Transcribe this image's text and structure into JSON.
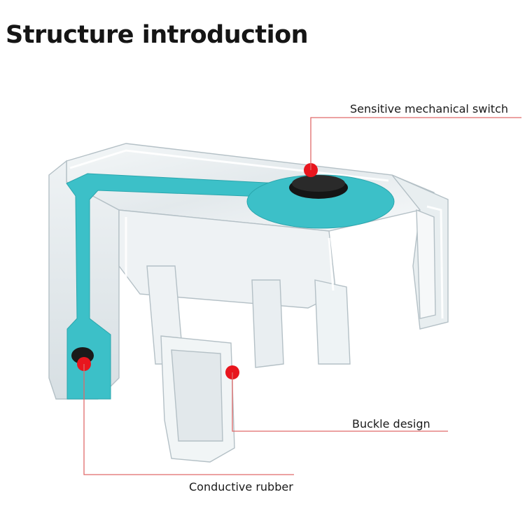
{
  "title": "Structure introduction",
  "callouts": {
    "switch": "Sensitive mechanical switch",
    "buckle": "Buckle design",
    "rubber": "Conductive rubber"
  },
  "colors": {
    "accent_teal": "#3cc0c8",
    "marker_red": "#e8161e",
    "leader_line": "#e06a6a",
    "clear_plastic": "#cfd8dc"
  }
}
